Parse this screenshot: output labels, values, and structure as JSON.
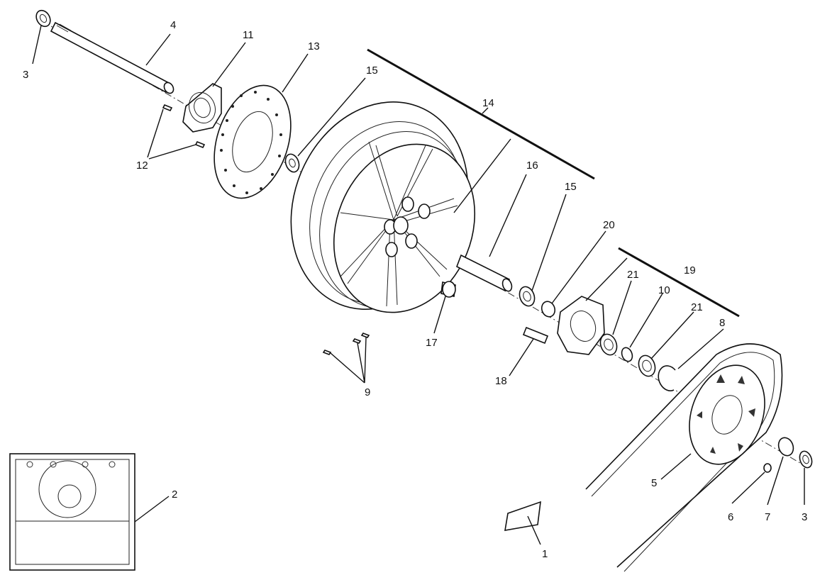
{
  "callouts": [
    {
      "id": "c1",
      "text": "1"
    },
    {
      "id": "c2",
      "text": "2"
    },
    {
      "id": "c3a",
      "text": "3"
    },
    {
      "id": "c3b",
      "text": "3"
    },
    {
      "id": "c4",
      "text": "4"
    },
    {
      "id": "c5",
      "text": "5"
    },
    {
      "id": "c6",
      "text": "6"
    },
    {
      "id": "c7",
      "text": "7"
    },
    {
      "id": "c8",
      "text": "8"
    },
    {
      "id": "c9",
      "text": "9"
    },
    {
      "id": "c10",
      "text": "10"
    },
    {
      "id": "c11",
      "text": "11"
    },
    {
      "id": "c12",
      "text": "12"
    },
    {
      "id": "c13",
      "text": "13"
    },
    {
      "id": "c14",
      "text": "14"
    },
    {
      "id": "c15a",
      "text": "15"
    },
    {
      "id": "c15b",
      "text": "15"
    },
    {
      "id": "c16",
      "text": "16"
    },
    {
      "id": "c17",
      "text": "17"
    },
    {
      "id": "c18",
      "text": "18"
    },
    {
      "id": "c19",
      "text": "19"
    },
    {
      "id": "c20",
      "text": "20"
    },
    {
      "id": "c21a",
      "text": "21"
    },
    {
      "id": "c21b",
      "text": "21"
    }
  ]
}
